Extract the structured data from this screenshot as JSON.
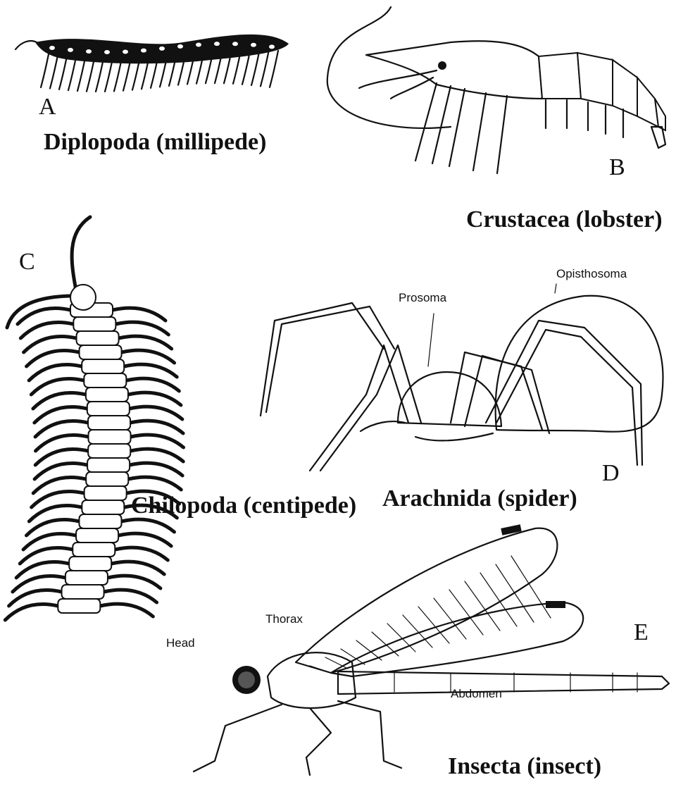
{
  "panels": {
    "a": {
      "letter": "A",
      "taxon": "Diplopoda (millipede)",
      "icon": "millipede-drawing"
    },
    "b": {
      "letter": "B",
      "taxon": "Crustacea (lobster)",
      "icon": "shrimp-drawing"
    },
    "c": {
      "letter": "C",
      "taxon": "Chilopoda (centipede)",
      "icon": "centipede-drawing"
    },
    "d": {
      "letter": "D",
      "taxon": "Arachnida (spider)",
      "icon": "spider-drawing",
      "parts": {
        "prosoma": "Prosoma",
        "opisthosoma": "Opisthosoma"
      }
    },
    "e": {
      "letter": "E",
      "taxon": "Insecta (insect)",
      "icon": "dragonfly-drawing",
      "parts": {
        "head": "Head",
        "thorax": "Thorax",
        "abdomen": "Abdomen"
      }
    }
  }
}
